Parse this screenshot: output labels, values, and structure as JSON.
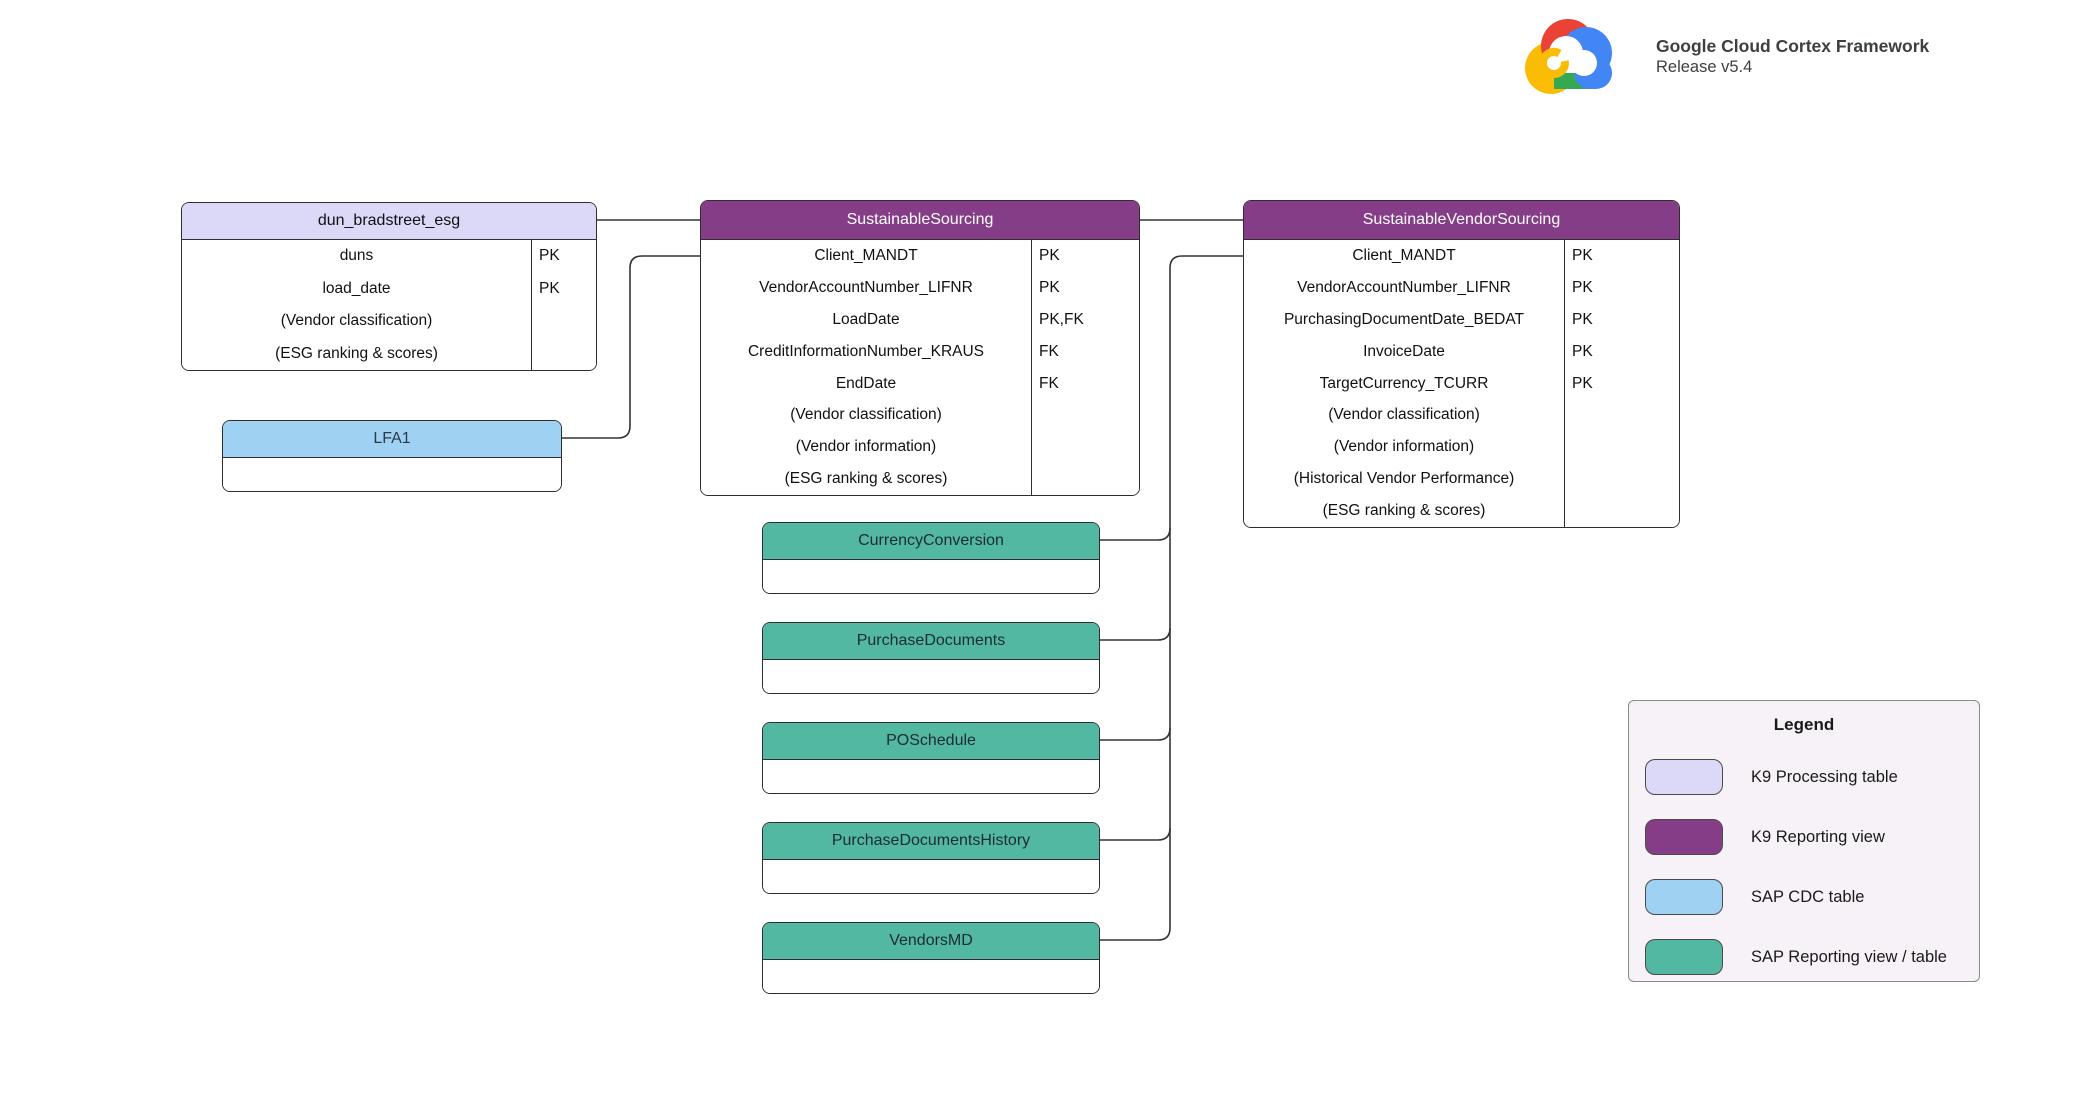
{
  "brand": {
    "title": "Google Cloud Cortex Framework",
    "release": "Release v5.4",
    "logo": "google-cloud-logo"
  },
  "colors": {
    "k9_processing_table": "#dcd9f8",
    "k9_reporting_view": "#863d88",
    "sap_cdc_table": "#9fd2f2",
    "sap_reporting_view_table": "#52b8a2",
    "connector": "#333333",
    "legend_background": "#f7f2f7"
  },
  "tables": [
    {
      "title": "dun_bradstreet_esg",
      "category": "K9 Processing table",
      "fields": [
        {
          "name": "duns",
          "key": "PK"
        },
        {
          "name": "load_date",
          "key": "PK"
        },
        {
          "name": "(Vendor classification)",
          "key": ""
        },
        {
          "name": "(ESG ranking & scores)",
          "key": ""
        }
      ]
    },
    {
      "title": "LFA1",
      "category": "SAP CDC table",
      "fields": []
    },
    {
      "title": "SustainableSourcing",
      "category": "K9 Reporting view",
      "fields": [
        {
          "name": "Client_MANDT",
          "key": "PK"
        },
        {
          "name": "VendorAccountNumber_LIFNR",
          "key": "PK"
        },
        {
          "name": "LoadDate",
          "key": "PK,FK"
        },
        {
          "name": "CreditInformationNumber_KRAUS",
          "key": "FK"
        },
        {
          "name": "EndDate",
          "key": "FK"
        },
        {
          "name": "(Vendor classification)",
          "key": ""
        },
        {
          "name": "(Vendor information)",
          "key": ""
        },
        {
          "name": "(ESG ranking & scores)",
          "key": ""
        }
      ]
    },
    {
      "title": "SustainableVendorSourcing",
      "category": "K9 Reporting view",
      "fields": [
        {
          "name": "Client_MANDT",
          "key": "PK"
        },
        {
          "name": "VendorAccountNumber_LIFNR",
          "key": "PK"
        },
        {
          "name": "PurchasingDocumentDate_BEDAT",
          "key": "PK"
        },
        {
          "name": "InvoiceDate",
          "key": "PK"
        },
        {
          "name": "TargetCurrency_TCURR",
          "key": "PK"
        },
        {
          "name": "(Vendor classification)",
          "key": ""
        },
        {
          "name": "(Vendor information)",
          "key": ""
        },
        {
          "name": "(Historical Vendor Performance)",
          "key": ""
        },
        {
          "name": "(ESG ranking & scores)",
          "key": ""
        }
      ]
    },
    {
      "title": "CurrencyConversion",
      "category": "SAP Reporting view / table",
      "fields": []
    },
    {
      "title": "PurchaseDocuments",
      "category": "SAP Reporting view / table",
      "fields": []
    },
    {
      "title": "POSchedule",
      "category": "SAP Reporting view / table",
      "fields": []
    },
    {
      "title": "PurchaseDocumentsHistory",
      "category": "SAP Reporting view / table",
      "fields": []
    },
    {
      "title": "VendorsMD",
      "category": "SAP Reporting view / table",
      "fields": []
    }
  ],
  "legend": {
    "title": "Legend",
    "items": [
      {
        "label": "K9 Processing table",
        "color": "#dcd9f8"
      },
      {
        "label": "K9 Reporting view",
        "color": "#863d88"
      },
      {
        "label": "SAP CDC table",
        "color": "#9fd2f2"
      },
      {
        "label": "SAP Reporting view / table",
        "color": "#52b8a2"
      }
    ]
  }
}
